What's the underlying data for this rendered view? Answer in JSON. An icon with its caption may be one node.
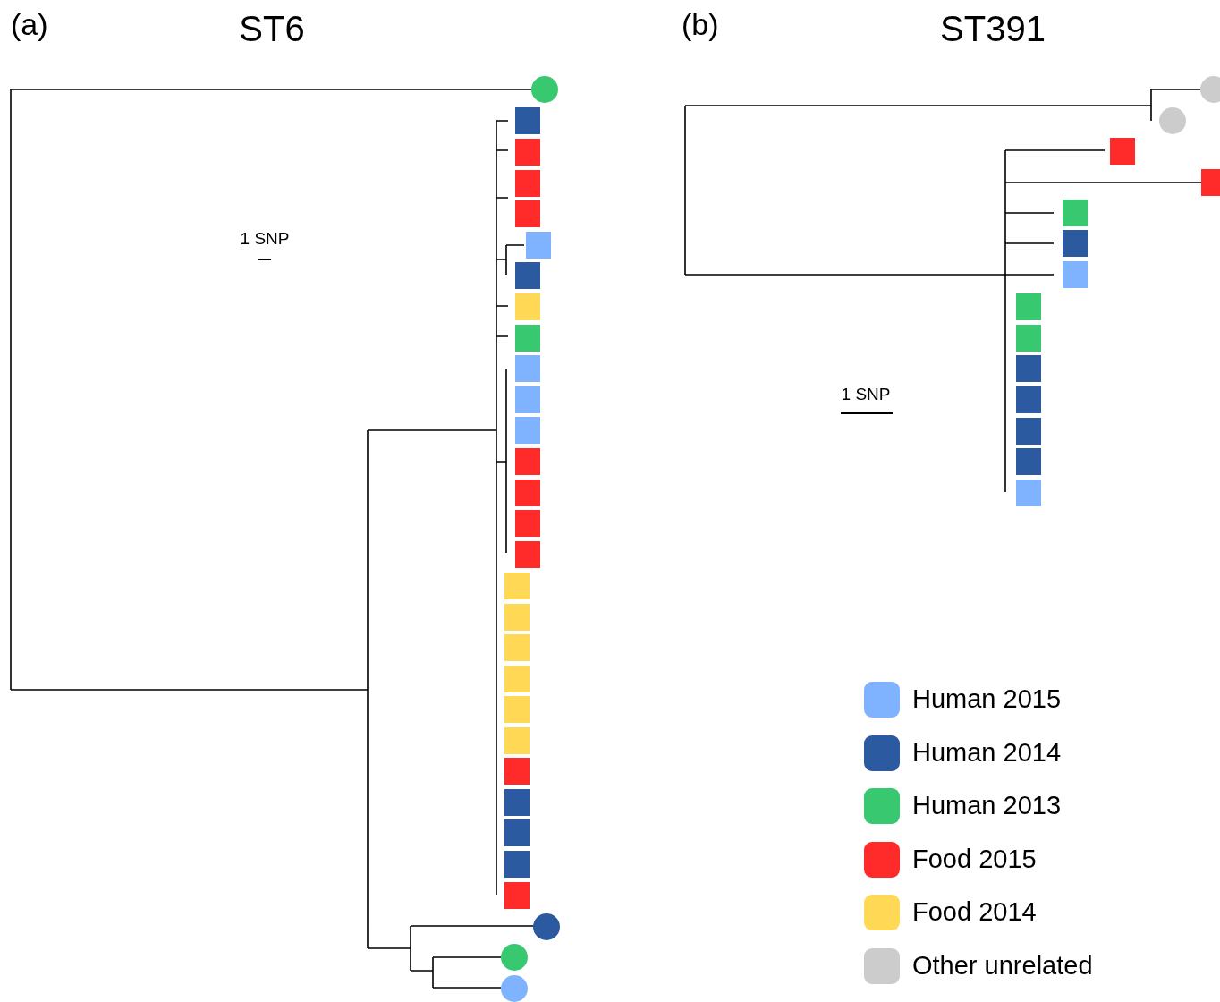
{
  "diagram": {
    "labels": [
      "(a)",
      "ST6",
      "1 SNP",
      "(b)",
      "ST391",
      "1 SNP"
    ],
    "legend": [
      {
        "text": "Human 2015",
        "color": "#80b3ff"
      },
      {
        "text": "Human 2014",
        "color": "#2b5aa0"
      },
      {
        "text": "Human 2013",
        "color": "#38c870"
      },
      {
        "text": "Food 2015",
        "color": "#ff2a2a"
      },
      {
        "text": "Food 2014",
        "color": "#ffd955"
      },
      {
        "text": "Other unrelated",
        "color": "#cccccc"
      }
    ]
  }
}
